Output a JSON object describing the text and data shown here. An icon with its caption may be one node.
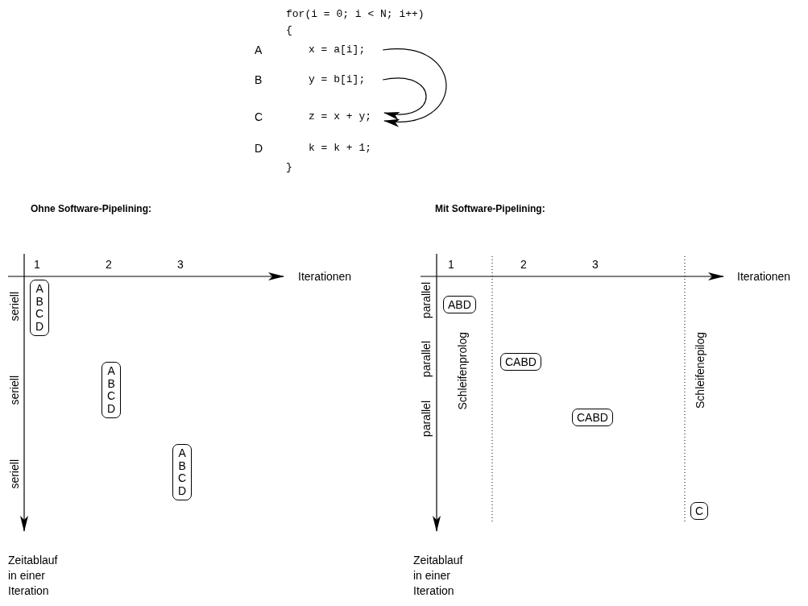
{
  "diagram": {
    "nodes": [
      {
        "text": [
          "x = a[i];"
        ]
      },
      {
        "text": [
          "y = b[i];"
        ]
      },
      {
        "text": [
          "z = x + y;"
        ]
      },
      {
        "text": [
          "A B C D"
        ]
      },
      {
        "text": [
          "A B C D"
        ]
      },
      {
        "text": [
          "A B C D"
        ]
      },
      {
        "text": [
          "ABD"
        ]
      },
      {
        "text": [
          "CABD"
        ]
      },
      {
        "text": [
          "CABD"
        ]
      },
      {
        "text": [
          "C"
        ]
      }
    ],
    "edges": [
      {
        "from": 0,
        "to": 2,
        "arrow": "to"
      },
      {
        "from": 1,
        "to": 2,
        "arrow": "to"
      }
    ],
    "labels": [
      "for(i = 0; i < N; i++)",
      "{",
      "A",
      "B",
      "C",
      "D",
      "k = k + 1;",
      "}",
      "Ohne Software-Pipelining:",
      "Mit Software-Pipelining:",
      "1",
      "2",
      "3",
      "Iterationen",
      "1",
      "2",
      "3",
      "Iterationen",
      "seriell",
      "parallel",
      "Schleifenprolog",
      "Schleifenepilog",
      "parallel",
      "seriell",
      "parallel",
      "seriell",
      "Zeitablauf in einer Iteration",
      "Zeitablauf in einer Iteration"
    ]
  }
}
